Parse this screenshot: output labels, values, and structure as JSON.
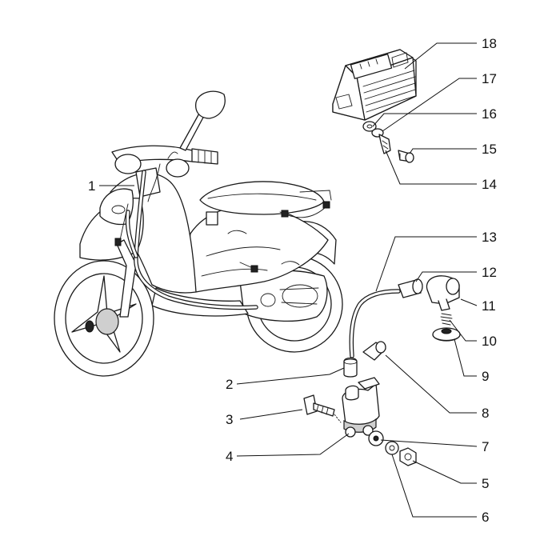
{
  "diagram": {
    "labels": [
      "1",
      "2",
      "3",
      "4",
      "5",
      "6",
      "7",
      "8",
      "9",
      "10",
      "11",
      "12",
      "13",
      "14",
      "15",
      "16",
      "17",
      "18"
    ]
  }
}
